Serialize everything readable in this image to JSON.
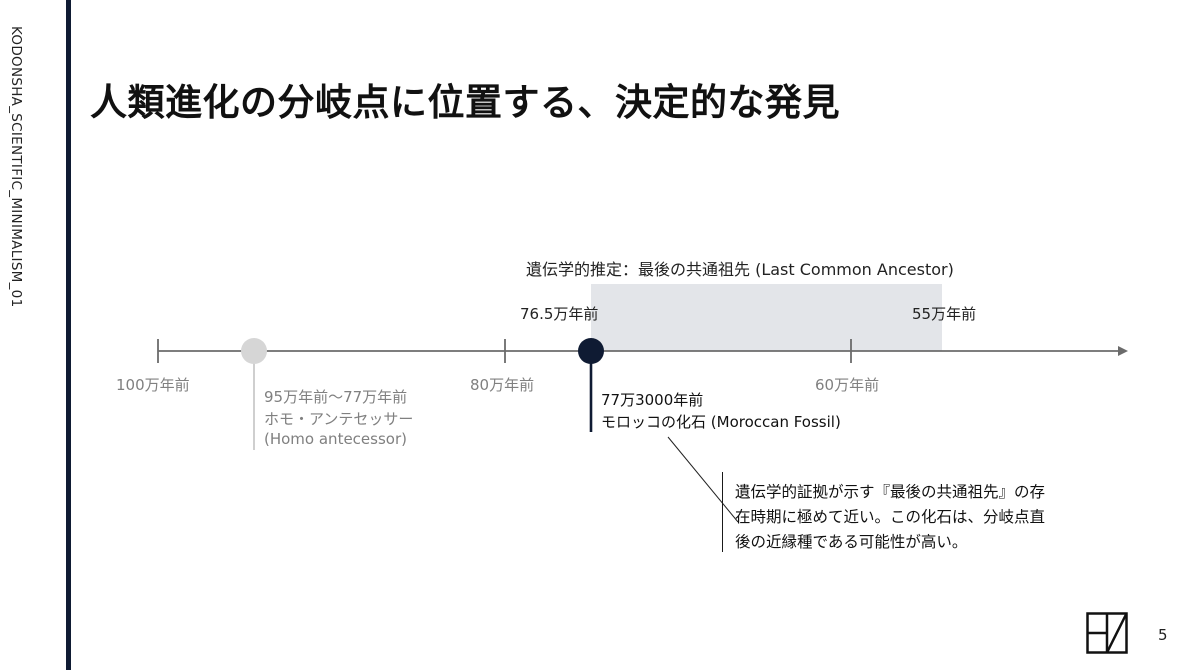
{
  "side_label": "KODONSHA_SCIENTIFIC_MINIMALISM_01",
  "title": "人類進化の分岐点に位置する、決定的な発見",
  "timeline": {
    "range_caption": "遺伝学的推定：最後の共通祖先 (Last Common Ancestor)",
    "range_start_label": "76.5万年前",
    "range_end_label": "55万年前",
    "ticks": [
      "100万年前",
      "80万年前",
      "60万年前"
    ],
    "antecessor": {
      "line1": "95万年前〜77万年前",
      "line2": "ホモ・アンテセッサー",
      "line3": "(Homo antecessor)"
    },
    "moroccan": {
      "line1": "77万3000年前",
      "line2": "モロッコの化石 (Moroccan Fossil)"
    }
  },
  "note": {
    "line1": "遺伝学的証拠が示す『最後の共通祖先』の存",
    "line2": "在時期に極めて近い。この化石は、分岐点直",
    "line3": "後の近縁種である可能性が高い。"
  },
  "page_number": "5",
  "colors": {
    "accent_dark": "#0f1b33",
    "axis": "#6b6b6b",
    "range_fill": "#e3e5e9",
    "muted_marker": "#d6d6d6"
  }
}
